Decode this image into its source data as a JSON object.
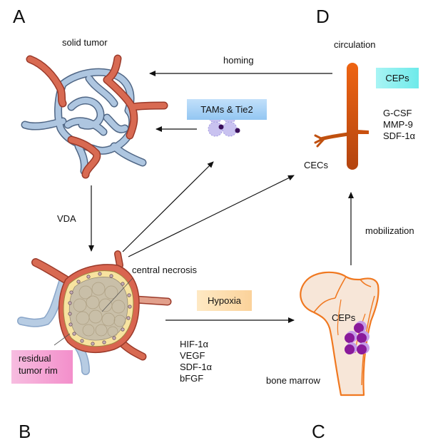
{
  "panels": {
    "A": "A",
    "B": "B",
    "C": "C",
    "D": "D"
  },
  "labels": {
    "solid_tumor": "solid tumor",
    "homing": "homing",
    "circulation": "circulation",
    "vda": "VDA",
    "central_necrosis": "central necrosis",
    "cecs": "CECs",
    "mobilization": "mobilization",
    "bone_marrow": "bone marrow",
    "ceps_bone": "CEPs"
  },
  "boxes": {
    "tams": {
      "text": "TAMs & Tie2",
      "color": "#a9d3f5"
    },
    "ceps": {
      "text": "CEPs",
      "color": "#8ef2f2"
    },
    "hypoxia": {
      "text": "Hypoxia",
      "color": "#fde0b0"
    },
    "residual": {
      "text": "residual\ntumor rim",
      "color": "#f6a8d6"
    }
  },
  "factor_lists": {
    "circulation_factors": [
      "G-CSF",
      "MMP-9",
      "SDF-1α"
    ],
    "hypoxia_factors": [
      "HIF-1α",
      "VEGF",
      "SDF-1α",
      "bFGF"
    ]
  },
  "colors": {
    "artery": "#d5604a",
    "vein": "#a9c2de",
    "vessel_circulation": "#e0560f",
    "bone_outline": "#f07820",
    "bone_fill": "#f8e8dc",
    "cep_cell": "#8a1a9a",
    "tam_cell": "#c9c2f0",
    "necrosis": "#c9bfa8",
    "rim_cell": "#f7e3a0"
  }
}
